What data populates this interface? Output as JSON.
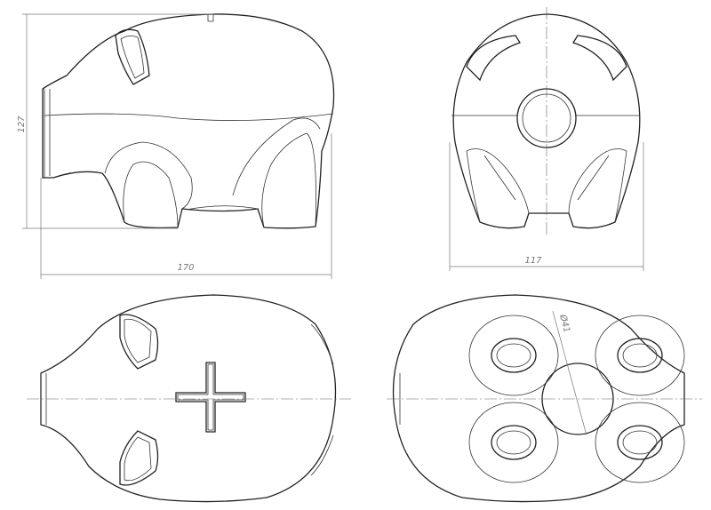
{
  "drawing": {
    "views": [
      "side-view",
      "front-view",
      "top-view",
      "bottom-view"
    ],
    "dimensions": {
      "side_height": "127",
      "side_length": "170",
      "front_width": "117",
      "foot_diameter": "Ø41"
    }
  }
}
